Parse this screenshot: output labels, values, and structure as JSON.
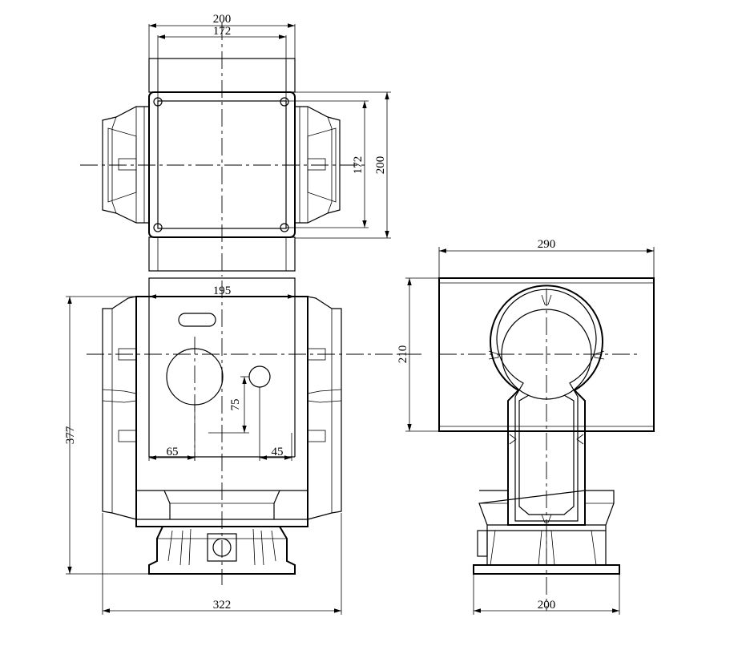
{
  "dimensions": {
    "top_width_outer": "200",
    "top_width_inner": "172",
    "top_height_inner": "172",
    "top_height_outer": "200",
    "front_plate_width": "195",
    "front_hole_offset_left": "65",
    "front_hole_offset_right": "45",
    "front_hole_height": "75",
    "front_total_height": "377",
    "front_total_width": "322",
    "side_width": "290",
    "side_height": "210",
    "side_base_width": "200"
  }
}
